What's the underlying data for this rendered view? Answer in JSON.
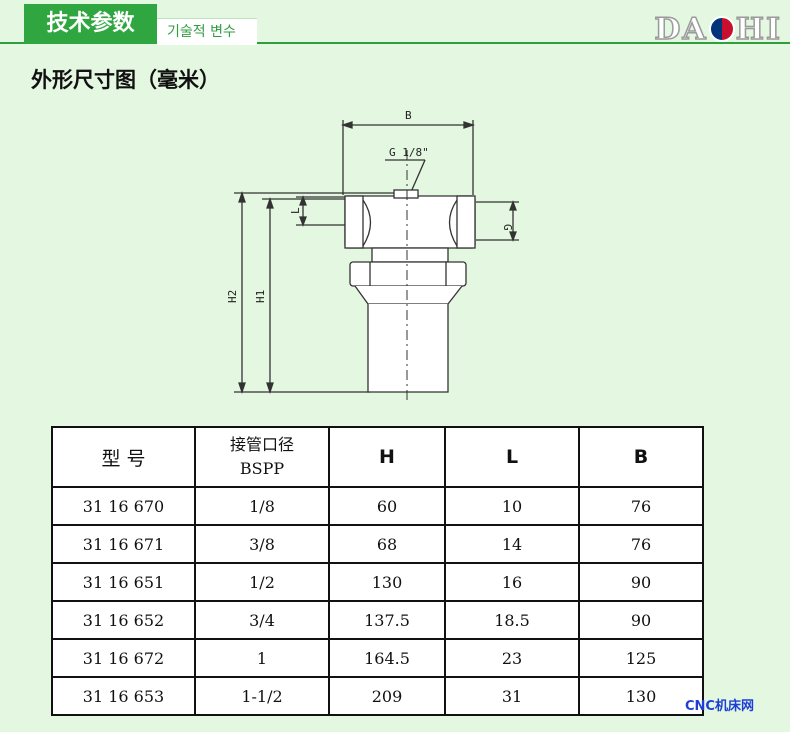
{
  "header": {
    "tab_title": "技术参数",
    "tab_subtitle": "기술적 변수",
    "logo_left": "DA",
    "logo_right": "HI"
  },
  "section": {
    "title": "外形尺寸图（毫米）"
  },
  "drawing": {
    "label_b": "B",
    "label_g18": "G 1/8\"",
    "label_l": "L",
    "label_g": "G",
    "label_h2": "H2",
    "label_h1": "H1"
  },
  "table": {
    "headers": {
      "model": "型 号",
      "pipe_line1": "接管口径",
      "pipe_line2": "BSPP",
      "h": "H",
      "l": "L",
      "b": "B"
    },
    "rows": [
      {
        "model": "31 16 670",
        "pipe": "1/8",
        "h": "60",
        "l": "10",
        "b": "76"
      },
      {
        "model": "31 16 671",
        "pipe": "3/8",
        "h": "68",
        "l": "14",
        "b": "76"
      },
      {
        "model": "31 16 651",
        "pipe": "1/2",
        "h": "130",
        "l": "16",
        "b": "90"
      },
      {
        "model": "31 16 652",
        "pipe": "3/4",
        "h": "137.5",
        "l": "18.5",
        "b": "90"
      },
      {
        "model": "31 16 672",
        "pipe": "1",
        "h": "164.5",
        "l": "23",
        "b": "125"
      },
      {
        "model": "31 16 653",
        "pipe": "1-1/2",
        "h": "209",
        "l": "31",
        "b": "130"
      }
    ]
  },
  "watermark": "CNC机床网"
}
